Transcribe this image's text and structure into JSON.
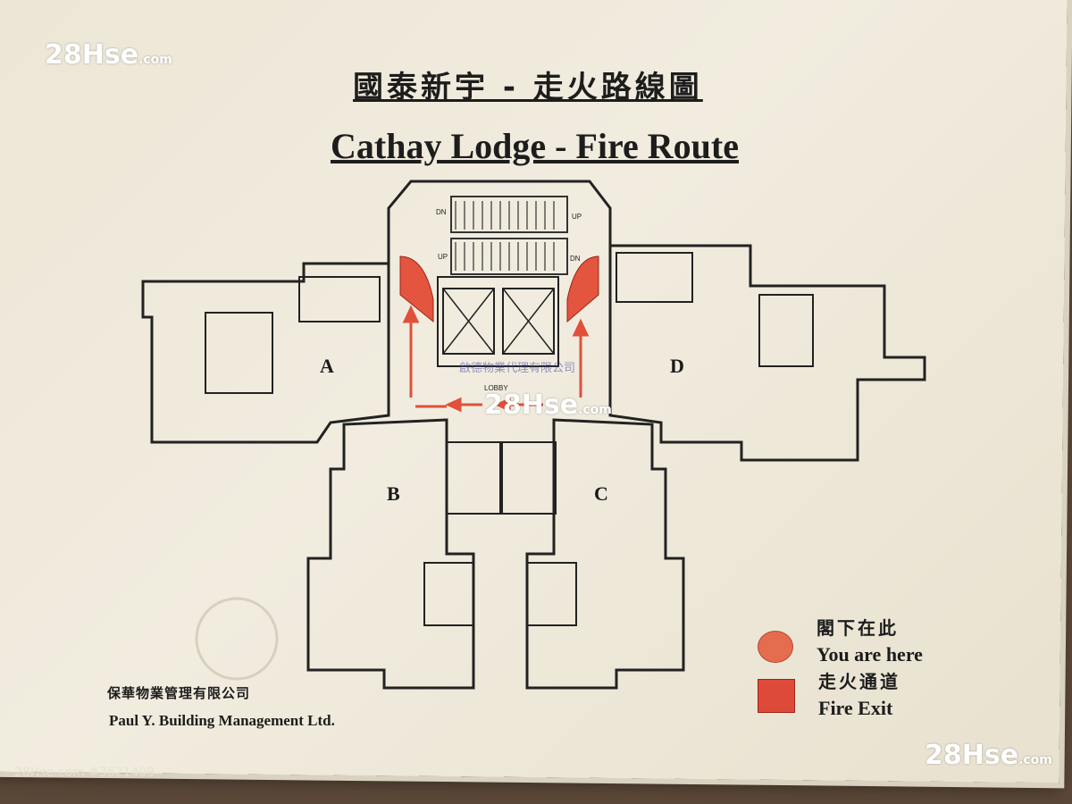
{
  "title_zh": "國泰新宇 - 走火路線圖",
  "title_en": "Cathay Lodge - Fire Route",
  "units": [
    "A",
    "B",
    "C",
    "D"
  ],
  "stair_marks": [
    "DN",
    "UP",
    "UP",
    "DN"
  ],
  "lobby_label": "LOBBY",
  "management": {
    "zh": "保華物業管理有限公司",
    "en": "Paul Y. Building Management Ltd."
  },
  "legend": {
    "you_are_here_zh": "閣下在此",
    "you_are_here_en": "You are here",
    "fire_exit_zh": "走火通道",
    "fire_exit_en": "Fire Exit",
    "you_are_here_color": "#e46d50",
    "fire_exit_color": "#de4a3a"
  },
  "watermarks": {
    "brand": "28Hse",
    "domain": ".com",
    "listing_id": "28Hse.com #3621409",
    "agent": "啟德物業代理有限公司"
  }
}
